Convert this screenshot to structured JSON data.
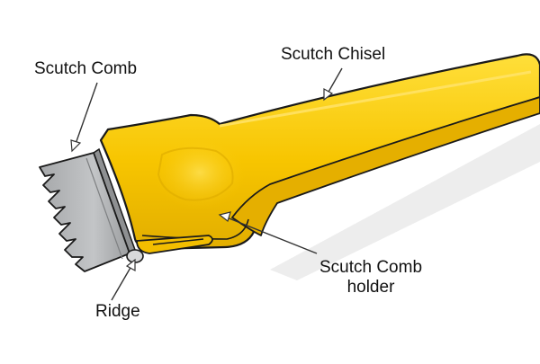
{
  "labels": {
    "scutch_comb": "Scutch Comb",
    "scutch_chisel": "Scutch Chisel",
    "holder_line1": "Scutch Comb",
    "holder_line2": "holder",
    "ridge": "Ridge"
  },
  "colors": {
    "handle_yellow": "#F7C500",
    "handle_highlight": "#FFE04A",
    "handle_shadow": "#D9A400",
    "outline": "#1A1A1A",
    "blade_grey": "#B4B6B8",
    "blade_dark": "#8E9092",
    "cast_shadow": "#E6E6E6",
    "leader_line": "#333333"
  }
}
